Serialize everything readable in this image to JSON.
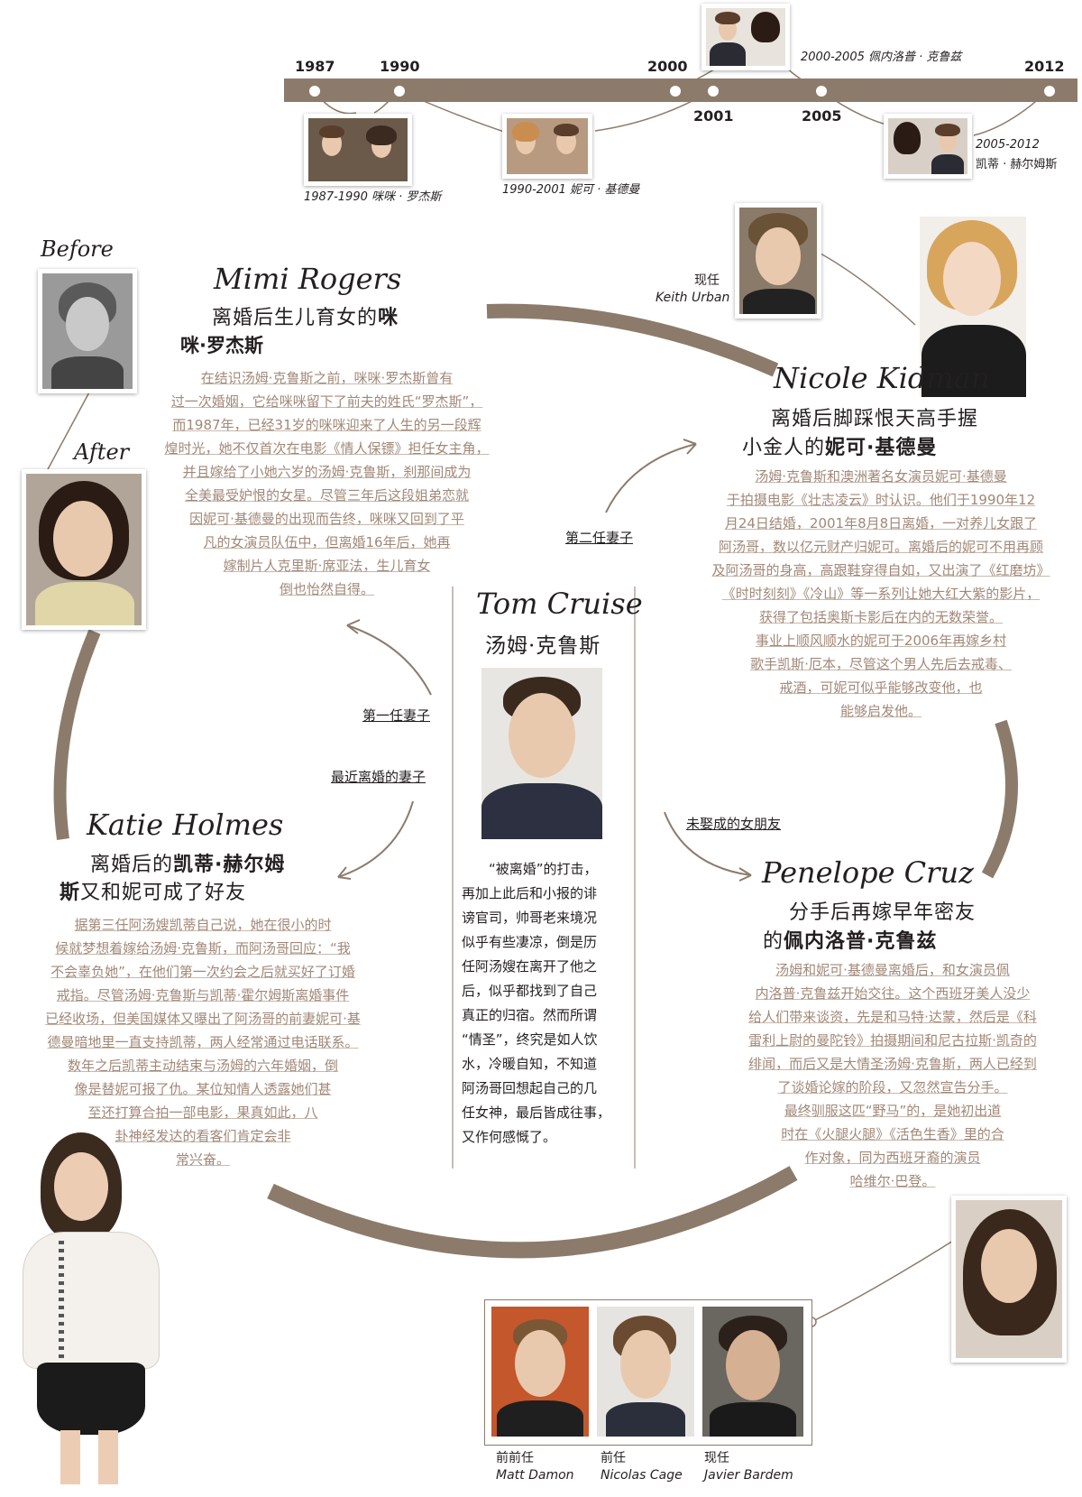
{
  "colors": {
    "accent": "#8c7b6b",
    "text": "#231f20",
    "body_text": "#a08878"
  },
  "timeline": {
    "years": [
      {
        "label": "1987"
      },
      {
        "label": "1990"
      },
      {
        "label": "2000"
      },
      {
        "label": "2001"
      },
      {
        "label": "2005"
      },
      {
        "label": "2012"
      }
    ],
    "captions": {
      "mimi": "1987-1990 咪咪 · 罗杰斯",
      "nicole": "1990-2001 妮可 · 基德曼",
      "penelope": "2000-2005 佩内洛普 · 克鲁兹",
      "katie_years": "2005-2012",
      "katie_name": "凯蒂 · 赫尔姆斯"
    }
  },
  "center": {
    "name_en": "Tom Cruise",
    "name_cn": "汤姆·克鲁斯",
    "lines": [
      "“被离婚”的打击，",
      "再加上此后和小报的诽",
      "谤官司，帅哥老来境况",
      "似乎有些凄凉，倒是历",
      "任阿汤嫂在离开了他之",
      "后，似乎都找到了自己",
      "真正的归宿。然而所谓",
      "“情圣”，终究是如人饮",
      "水，冷暖自知，不知道",
      "阿汤哥回想起自己的几",
      "任女神，最后皆成往事，",
      "又作何感慨了。"
    ]
  },
  "arrows": {
    "first_wife": "第一任妻子",
    "second_wife": "第二任妻子",
    "recent_wife": "最近离婚的妻子",
    "girlfriend": "未娶成的女朋友"
  },
  "mimi": {
    "before": "Before",
    "after": "After",
    "name_en": "Mimi Rogers",
    "title_line1": "离婚后生儿育女的",
    "title_line1_bold": "咪",
    "title_line2_bold": "咪·罗杰斯",
    "lines": [
      "在结识汤姆·克鲁斯之前，咪咪·罗杰斯曾有",
      "过一次婚姻，它给咪咪留下了前夫的姓氏“罗杰斯”，",
      "而1987年，已经31岁的咪咪迎来了人生的另一段辉",
      "煌时光，她不仅首次在电影《情人保镖》担任女主角，",
      "并且嫁给了小她六岁的汤姆·克鲁斯，刹那间成为",
      "全美最受妒恨的女星。尽管三年后这段姐弟恋就",
      "因妮可·基德曼的出现而告终，咪咪又回到了平",
      "凡的女演员队伍中，但离婚16年后，她再",
      "嫁制片人克里斯·席亚法，生儿育女",
      "倒也怡然自得。"
    ]
  },
  "nicole": {
    "current_cn": "现任",
    "current_en": "Keith Urban",
    "name_en": "Nicole Kidman",
    "title_line1": "离婚后脚踩恨天高手握",
    "title_line2": "小金人的",
    "title_line2_bold": "妮可·基德曼",
    "lines": [
      "汤姆·克鲁斯和澳洲著名女演员妮可·基德曼",
      "于拍摄电影《壮志凌云》时认识。他们于1990年12",
      "月24日结婚，2001年8月8日离婚，一对养儿女跟了",
      "阿汤哥，数以亿元财产归妮可。离婚后的妮可不用再顾",
      "及阿汤哥的身高，高跟鞋穿得自如，又出演了《红磨坊》",
      "《时时刻刻》《冷山》等一系列让她大红大紫的影片，",
      "获得了包括奥斯卡影后在内的无数荣誉。",
      "事业上顺风顺水的妮可于2006年再嫁乡村",
      "歌手凯斯·厄本，尽管这个男人先后去戒毒、",
      "戒酒，可妮可似乎能够改变他，也",
      "能够启发他。"
    ]
  },
  "katie": {
    "name_en": "Katie Holmes",
    "title_line1": "离婚后的",
    "title_line1_bold": "凯蒂·赫尔姆",
    "title_line2_bold": "斯",
    "title_line2": "又和妮可成了好友",
    "lines": [
      "据第三任阿汤嫂凯蒂自己说，她在很小的时",
      "候就梦想着嫁给汤姆·克鲁斯，而阿汤哥回应：“我",
      "不会辜负她”，在他们第一次约会之后就买好了订婚",
      "戒指。尽管汤姆·克鲁斯与凯蒂·霍尔姆斯离婚事件",
      "已经收场，但美国媒体又曝出了阿汤哥的前妻妮可·基",
      "德曼暗地里一直支持凯蒂，两人经常通过电话联系。",
      "数年之后凯蒂主动结束与汤姆的六年婚姻，倒",
      "像是替妮可报了仇。某位知情人透露她们甚",
      "至还打算合拍一部电影，果真如此，八",
      "卦神经发达的看客们肯定会非",
      "常兴奋。"
    ]
  },
  "penelope": {
    "name_en": "Penelope Cruz",
    "title_line1": "分手后再嫁早年密友",
    "title_line2_prefix": "的",
    "title_line2_bold": "佩内洛普·克鲁兹",
    "lines": [
      "汤姆和妮可·基德曼离婚后，和女演员佩",
      "内洛普·克鲁兹开始交往。这个西班牙美人没少",
      "给人们带来谈资，先是和马特·达蒙，然后是《科",
      "雷利上尉的曼陀铃》拍摄期间和尼古拉斯·凯奇的",
      "绯闻，而后又是大情圣汤姆·克鲁斯，两人已经到",
      "了谈婚论嫁的阶段，又忽然宣告分手。",
      "最终驯服这匹“野马”的，是她初出道",
      "时在《火腿火腿》《活色生香》里的合",
      "作对象，同为西班牙裔的演员",
      "哈维尔·巴登。"
    ],
    "exes": [
      {
        "role": "前前任",
        "name": "Matt Damon"
      },
      {
        "role": "前任",
        "name": "Nicolas Cage"
      },
      {
        "role": "现任",
        "name": "Javier Bardem"
      }
    ]
  }
}
